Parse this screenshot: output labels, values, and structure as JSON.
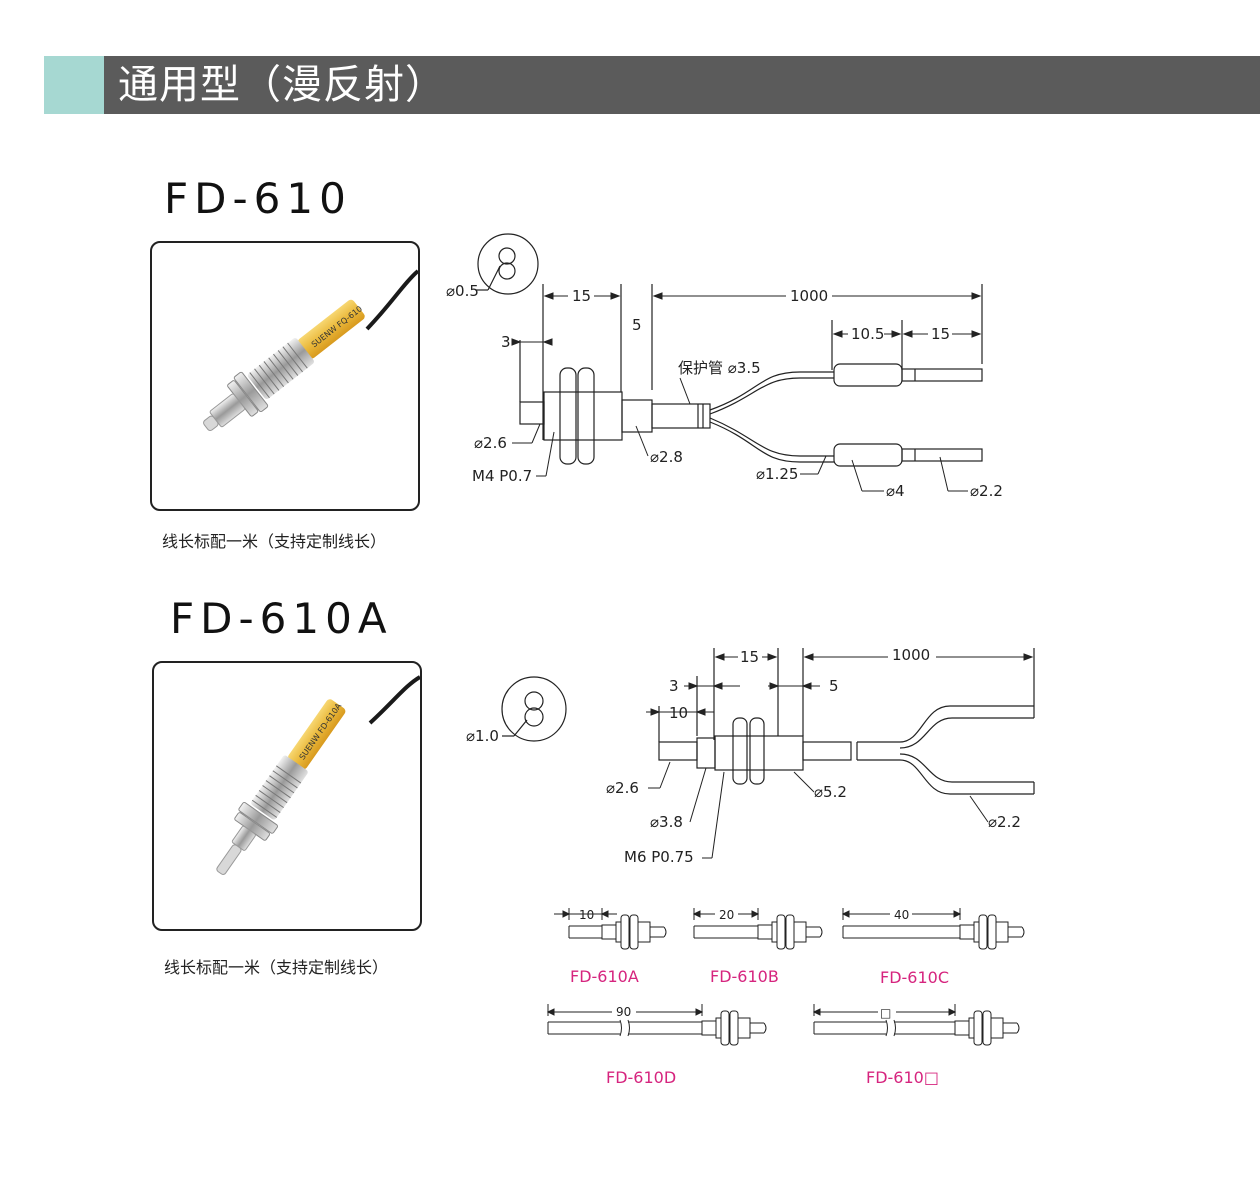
{
  "header": {
    "title": "通用型（漫反射）"
  },
  "models": [
    {
      "name": "FD-610",
      "caption": "线长标配一米（支持定制线长）",
      "label_text": "SUENW FQ-610",
      "dims": {
        "d05": "⌀0.5",
        "w15": "15",
        "l1000": "1000",
        "g5": "5",
        "t3": "3",
        "tube": "保护管 ⌀3.5",
        "a105": "10.5",
        "a15": "15",
        "d26": "⌀2.6",
        "m4": "M4 P0.7",
        "d28": "⌀2.8",
        "d125": "⌀1.25",
        "d4": "⌀4",
        "d22": "⌀2.2"
      }
    },
    {
      "name": "FD-610A",
      "caption": "线长标配一米（支持定制线长）",
      "label_text": "SUENW FD-610A",
      "dims": {
        "d10": "⌀1.0",
        "w15": "15",
        "l1000": "1000",
        "t3": "3",
        "t5": "5",
        "t10": "10",
        "d26": "⌀2.6",
        "d38": "⌀3.8",
        "m6": "M6 P0.75",
        "d52": "⌀5.2",
        "d22": "⌀2.2"
      }
    }
  ],
  "variants": [
    {
      "name": "FD-610A",
      "length": "10"
    },
    {
      "name": "FD-610B",
      "length": "20"
    },
    {
      "name": "FD-610C",
      "length": "40"
    },
    {
      "name": "FD-610D",
      "length": "90"
    },
    {
      "name": "FD-610□",
      "length": "□"
    }
  ],
  "colors": {
    "header_bar": "#5b5b5b",
    "header_accent": "#a6d8d2",
    "variant_label": "#d6247e"
  }
}
